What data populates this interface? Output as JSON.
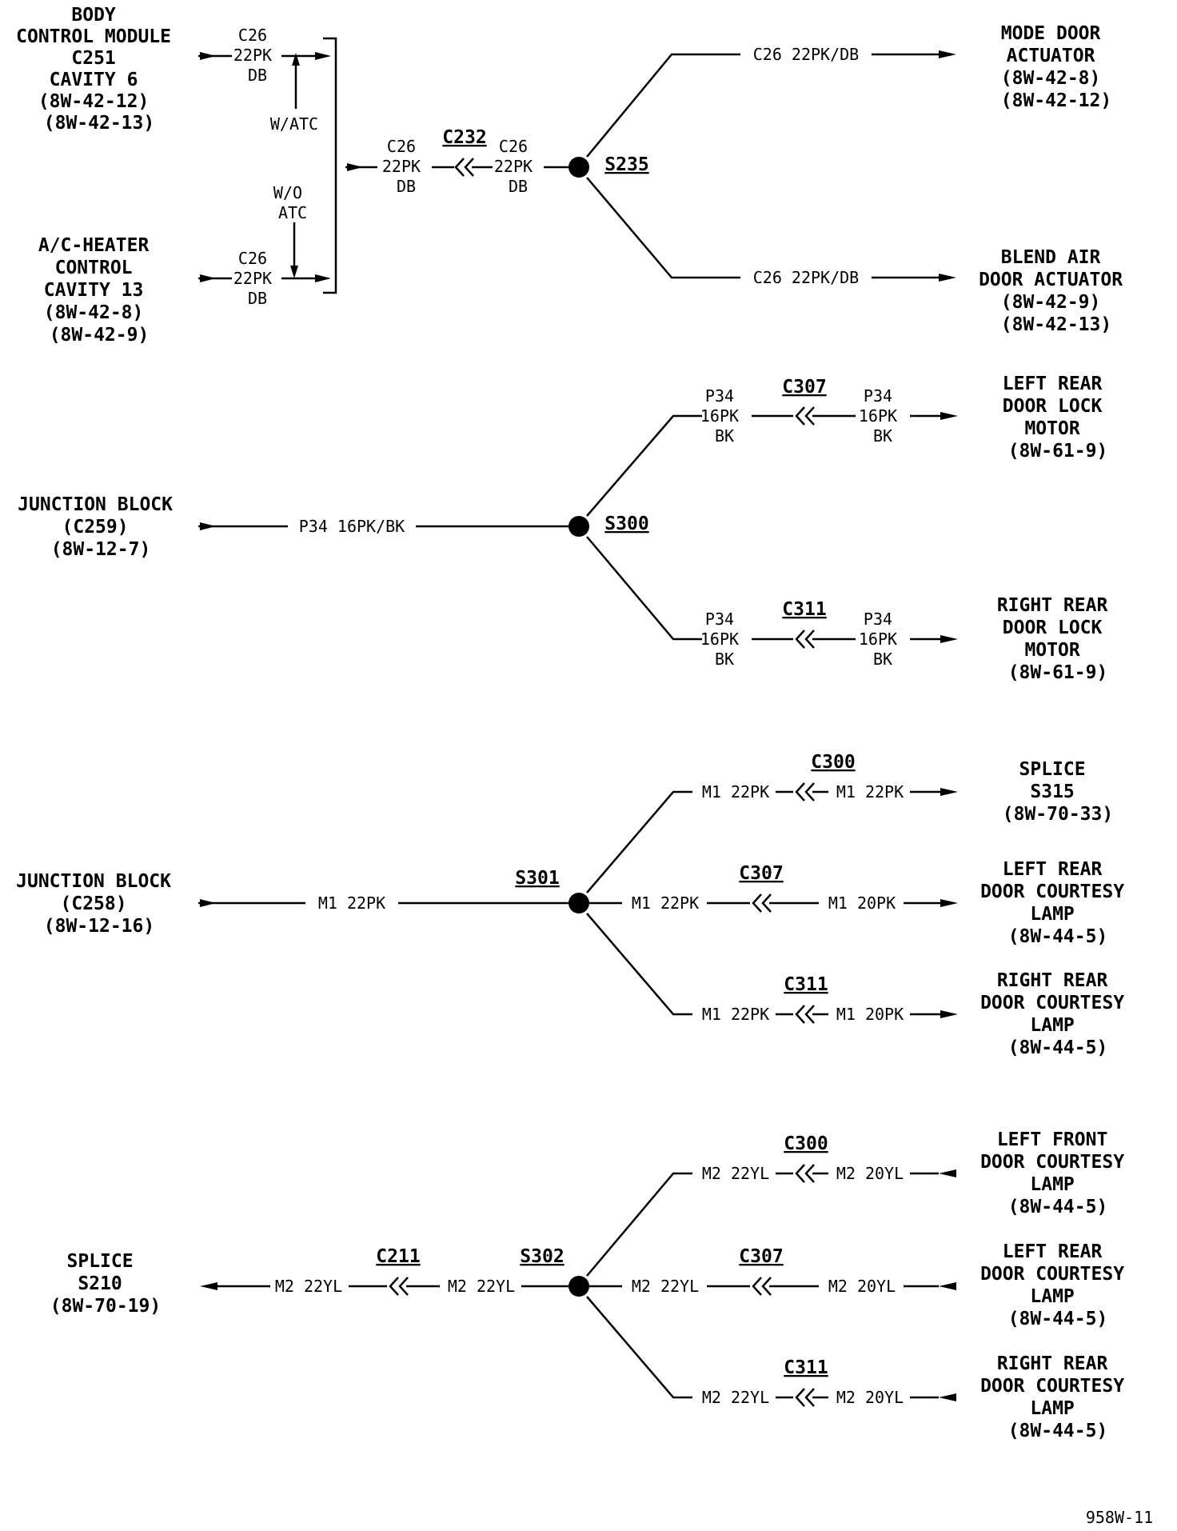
{
  "section1": {
    "bcm_label": [
      "BODY",
      "CONTROL MODULE",
      "C251",
      "CAVITY 6",
      "(8W-42-12)",
      "(8W-42-13)"
    ],
    "acheater_label": [
      "A/C-HEATER",
      "CONTROL",
      "CAVITY 13",
      "(8W-42-8)",
      "(8W-42-9)"
    ],
    "wire_top": [
      "C26",
      "22PK",
      "DB"
    ],
    "wire_bottom": [
      "C26",
      "22PK",
      "DB"
    ],
    "option_watc": "W/ATC",
    "option_woatc": [
      "W/O",
      "ATC"
    ],
    "wire_mid_left": [
      "C26",
      "22PK",
      "DB"
    ],
    "connector": "C232",
    "wire_mid_right": [
      "C26",
      "22PK",
      "DB"
    ],
    "splice": "S235",
    "branch_top_wire": "C26 22PK/DB",
    "branch_bottom_wire": "C26 22PK/DB",
    "mode_door_label": [
      "MODE DOOR",
      "ACTUATOR",
      "(8W-42-8)",
      "(8W-42-12)"
    ],
    "blend_air_label": [
      "BLEND AIR",
      "DOOR ACTUATOR",
      "(8W-42-9)",
      "(8W-42-13)"
    ]
  },
  "section2": {
    "source_label": [
      "JUNCTION BLOCK",
      "(C259)",
      "(8W-12-7)"
    ],
    "source_wire": "P34 16PK/BK",
    "splice": "S300",
    "top_connector": "C307",
    "top_wire_left": [
      "P34",
      "16PK",
      "BK"
    ],
    "top_wire_right": [
      "P34",
      "16PK",
      "BK"
    ],
    "top_dest_label": [
      "LEFT REAR",
      "DOOR LOCK",
      "MOTOR",
      "(8W-61-9)"
    ],
    "bottom_connector": "C311",
    "bottom_wire_left": [
      "P34",
      "16PK",
      "BK"
    ],
    "bottom_wire_right": [
      "P34",
      "16PK",
      "BK"
    ],
    "bottom_dest_label": [
      "RIGHT REAR",
      "DOOR LOCK",
      "MOTOR",
      "(8W-61-9)"
    ]
  },
  "section3": {
    "source_label": [
      "JUNCTION BLOCK",
      "(C258)",
      "(8W-12-16)"
    ],
    "source_wire": "M1 22PK",
    "splice": "S301",
    "top_connector": "C300",
    "top_wire_left": "M1 22PK",
    "top_wire_right": "M1 22PK",
    "top_dest_label": [
      "SPLICE",
      "S315",
      "(8W-70-33)"
    ],
    "mid_connector": "C307",
    "mid_wire_left": "M1 22PK",
    "mid_wire_right": "M1 20PK",
    "mid_dest_label": [
      "LEFT REAR",
      "DOOR COURTESY",
      "LAMP",
      "(8W-44-5)"
    ],
    "bottom_connector": "C311",
    "bottom_wire_left": "M1 22PK",
    "bottom_wire_right": "M1 20PK",
    "bottom_dest_label": [
      "RIGHT REAR",
      "DOOR COURTESY",
      "LAMP",
      "(8W-44-5)"
    ]
  },
  "section4": {
    "dest_label": [
      "SPLICE",
      "S210",
      "(8W-70-19)"
    ],
    "connector_left": "C211",
    "wire_far_left": "M2 22YL",
    "wire_near_left": "M2 22YL",
    "splice": "S302",
    "top_connector": "C300",
    "top_wire_left": "M2 22YL",
    "top_wire_right": "M2 20YL",
    "top_source_label": [
      "LEFT FRONT",
      "DOOR COURTESY",
      "LAMP",
      "(8W-44-5)"
    ],
    "mid_connector": "C307",
    "mid_wire_left": "M2 22YL",
    "mid_wire_right": "M2 20YL",
    "mid_source_label": [
      "LEFT REAR",
      "DOOR COURTESY",
      "LAMP",
      "(8W-44-5)"
    ],
    "bottom_connector": "C311",
    "bottom_wire_left": "M2 22YL",
    "bottom_wire_right": "M2 20YL",
    "bottom_source_label": [
      "RIGHT REAR",
      "DOOR COURTESY",
      "LAMP",
      "(8W-44-5)"
    ]
  },
  "figure_id": "958W-11"
}
